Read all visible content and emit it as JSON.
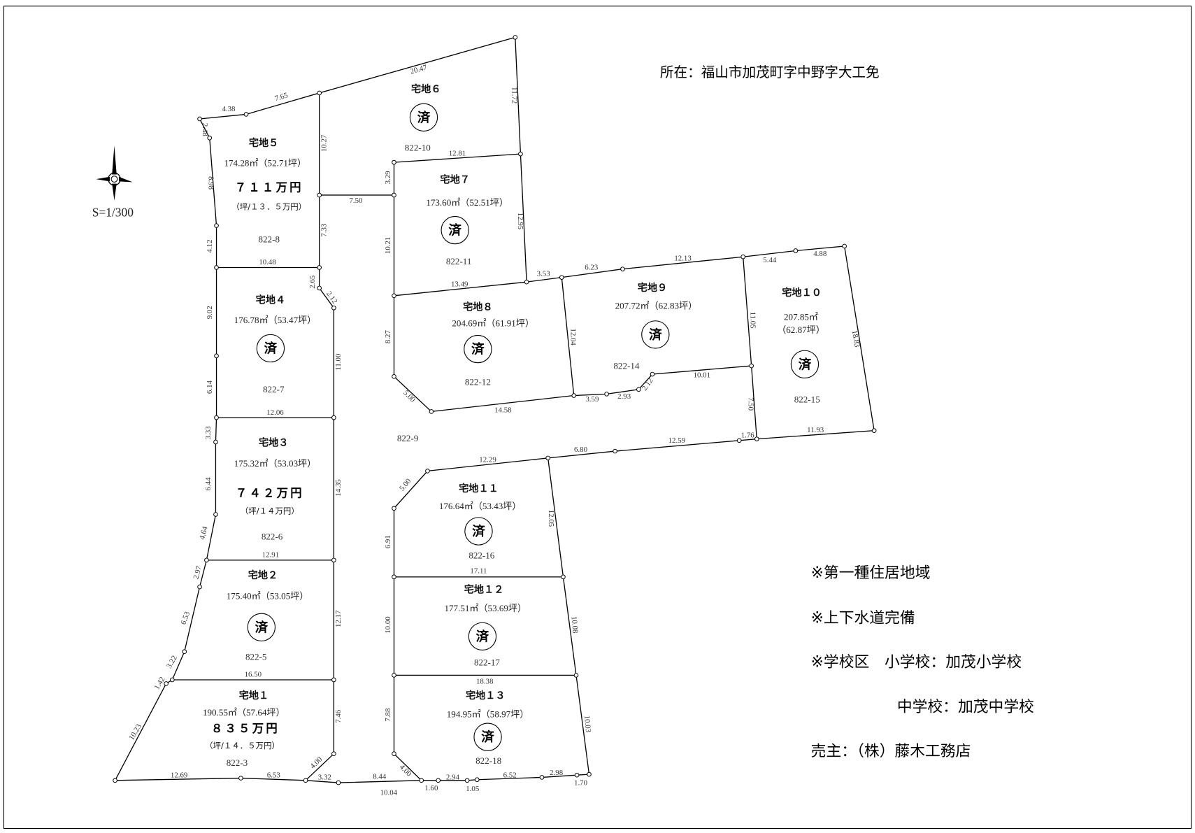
{
  "title": "所在：福山市加茂町字中野字大工免",
  "scale": "S=1/300",
  "compass_icon": "north-arrow-compass-rose",
  "road_parcel": "822-9",
  "lots": [
    {
      "name": "宅地１",
      "area": "190.55㎡（57.64坪）",
      "price": "８３５万円",
      "unit_price": "（坪/１４．５万円）",
      "parcel": "822-3"
    },
    {
      "name": "宅地２",
      "area": "175.40㎡（53.05坪）",
      "status": "済",
      "parcel": "822-5"
    },
    {
      "name": "宅地３",
      "area": "175.32㎡（53.03坪）",
      "price": "７４２万円",
      "unit_price": "（坪/１４万円）",
      "parcel": "822-6"
    },
    {
      "name": "宅地４",
      "area": "176.78㎡（53.47坪）",
      "status": "済",
      "parcel": "822-7"
    },
    {
      "name": "宅地５",
      "area": "174.28㎡（52.71坪）",
      "price": "７１１万円",
      "unit_price": "（坪/１３．５万円）",
      "parcel": "822-8"
    },
    {
      "name": "宅地６",
      "status": "済",
      "parcel": "822-10"
    },
    {
      "name": "宅地７",
      "area": "173.60㎡（52.51坪）",
      "status": "済",
      "parcel": "822-11"
    },
    {
      "name": "宅地８",
      "area": "204.69㎡（61.91坪）",
      "status": "済",
      "parcel": "822-12"
    },
    {
      "name": "宅地９",
      "area": "207.72㎡（62.83坪）",
      "status": "済",
      "parcel": "822-14"
    },
    {
      "name": "宅地１０",
      "area": "207.85㎡",
      "area_tsubo": "（62.87坪）",
      "status": "済",
      "parcel": "822-15"
    },
    {
      "name": "宅地１１",
      "area": "176.64㎡（53.43坪）",
      "status": "済",
      "parcel": "822-16"
    },
    {
      "name": "宅地１２",
      "area": "177.51㎡（53.69坪）",
      "status": "済",
      "parcel": "822-17"
    },
    {
      "name": "宅地１３",
      "area": "194.95㎡（58.97坪）",
      "status": "済",
      "parcel": "822-18"
    }
  ],
  "dimensions": [
    "4.38",
    "7.65",
    "20.47",
    "11.72",
    "2.48",
    "8.98",
    "4.12",
    "10.27",
    "7.33",
    "7.50",
    "10.48",
    "3.29",
    "12.81",
    "12.95",
    "10.21",
    "13.49",
    "2.65",
    "2.12",
    "3.53",
    "6.23",
    "12.13",
    "5.44",
    "4.88",
    "9.02",
    "11.00",
    "8.27",
    "12.04",
    "11.05",
    "18.83",
    "6.14",
    "12.06",
    "5.00",
    "14.58",
    "3.59",
    "2.93",
    "2.12",
    "10.01",
    "7.50",
    "3.33",
    "14.35",
    "6.44",
    "1.76",
    "11.93",
    "12.59",
    "6.80",
    "12.29",
    "5.00",
    "12.05",
    "4.64",
    "6.91",
    "12.91",
    "2.97",
    "17.11",
    "6.53",
    "12.17",
    "10.00",
    "10.08",
    "3.22",
    "16.50",
    "18.38",
    "1.42",
    "7.46",
    "7.88",
    "10.03",
    "10.23",
    "4.00",
    "12.69",
    "6.53",
    "3.32",
    "8.44",
    "10.04",
    "4.00",
    "1.60",
    "2.94",
    "1.05",
    "6.52",
    "2.98",
    "1.70"
  ],
  "notes": [
    "※第一種住居地域",
    "※上下水道完備",
    "※学校区　小学校：加茂小学校",
    "中学校：加茂中学校",
    "売主：（株）藤木工務店"
  ]
}
